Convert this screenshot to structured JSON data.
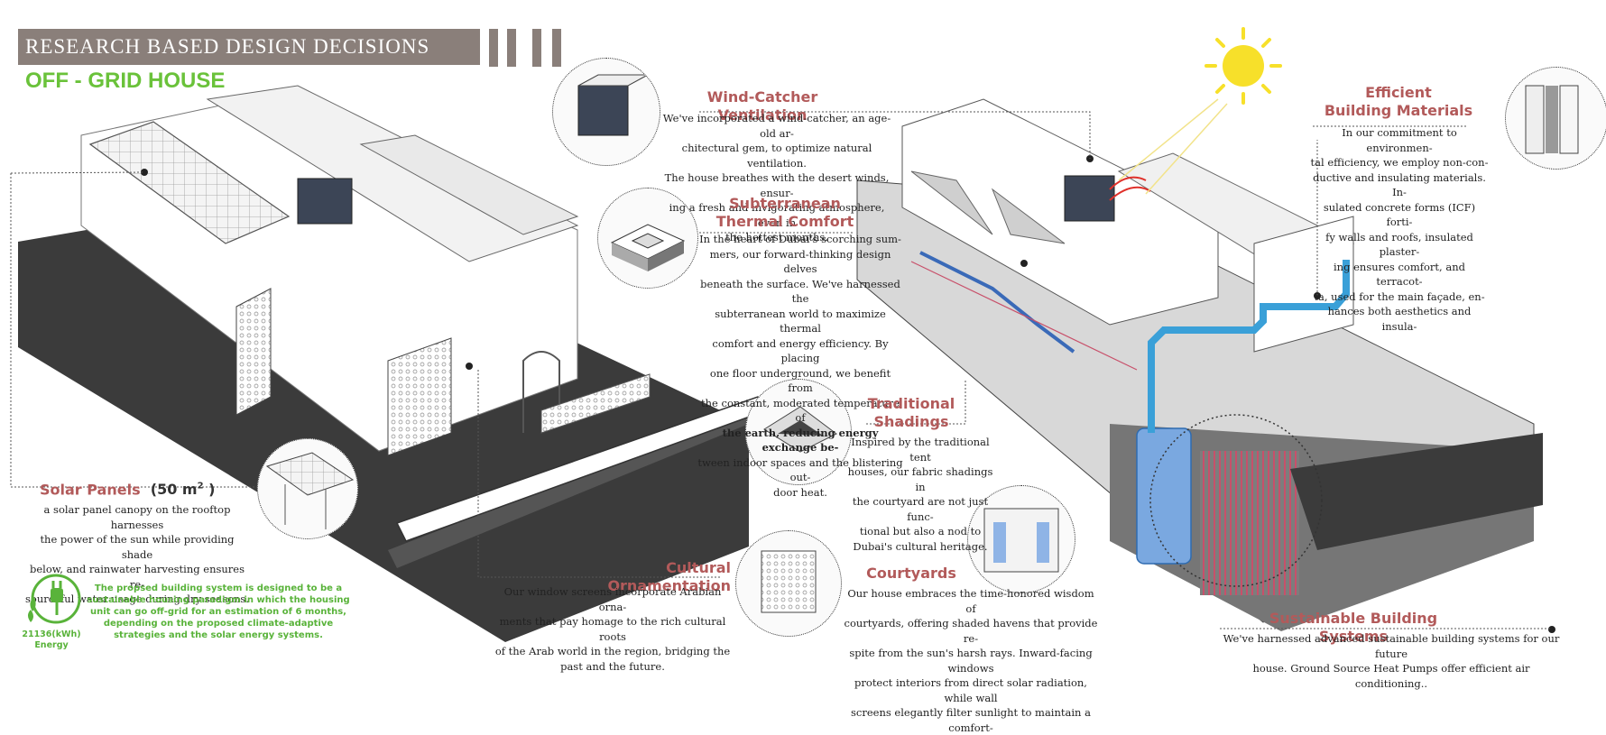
{
  "header": {
    "title": "RESEARCH BASED DESIGN DECISIONS",
    "subtitle": "OFF - GRID HOUSE"
  },
  "colors": {
    "title_bar": "#8a7f7a",
    "subtitle": "#6ac23a",
    "heading": "#b25a5a",
    "note": "#59b33a",
    "sun": "#f7e02a",
    "duct": "#3aa0d8"
  },
  "sections": {
    "wind": {
      "heading": "Wind-Catcher Ventilation",
      "lines": [
        "We've incorporated a wind-catcher, an age-old ar-",
        "chitectural gem, to optimize natural ventilation.",
        "The house breathes with the desert winds, ensur-",
        "ing a fresh and invigorating atmosphere, even in",
        "the hottest months."
      ]
    },
    "subterranean": {
      "heading_1": "Subterranean",
      "heading_2": "Thermal  Comfort",
      "lines": [
        "In the heart of Dubai's scorching sum-",
        "mers, our forward-thinking design delves",
        "beneath the surface. We've harnessed the",
        "subterranean world to maximize thermal",
        "comfort and energy efficiency. By placing",
        "one floor underground, we benefit from",
        "the constant, moderated temperature of",
        "the earth, reducing energy exchange be-",
        "tween indoor spaces and the blistering out-",
        "door heat."
      ]
    },
    "materials": {
      "heading_1": "Efficient",
      "heading_2": "Building Materials",
      "lines": [
        "In our commitment to environmen-",
        "tal efficiency, we employ non-con-",
        "ductive and insulating materials. In-",
        "sulated concrete forms (ICF) forti-",
        "fy walls and roofs, insulated plaster-",
        "ing ensures comfort, and terracot-",
        "ta, used for the main façade, en-",
        "hances both aesthetics and insula-"
      ]
    },
    "solar": {
      "heading": "Solar Panels",
      "area": "(50 m",
      "sup": "2",
      "area_close": " )",
      "lines": [
        "a solar panel canopy on the rooftop harnesses",
        "the power of the sun while providing shade",
        "below, and rainwater harvesting ensures re-",
        "sourceful water usage during dry seasons."
      ]
    },
    "shadings": {
      "heading_1": "Traditional",
      "heading_2": "Shadings",
      "lines": [
        "Inspired by the traditional tent",
        "houses, our fabric shadings in",
        "the courtyard are not just func-",
        "tional but also a nod to",
        "Dubai's cultural heritage."
      ]
    },
    "ornament": {
      "heading": "Cultural Ornamentation",
      "lines": [
        "Our window screens incorporate Arabian orna-",
        "ments that pay homage to the rich cultural roots",
        "of the Arab world in the region, bridging the",
        "past and the future."
      ]
    },
    "courtyards": {
      "heading": "Courtyards",
      "lines": [
        "Our house embraces the time-honored wisdom of",
        "courtyards, offering shaded havens that provide re-",
        "spite from the sun's harsh rays. Inward-facing windows",
        "protect interiors from direct solar radiation, while wall",
        "screens elegantly filter sunlight to maintain a comfort-"
      ]
    },
    "systems": {
      "heading": "Sustainable Building Systems",
      "lines": [
        "We've harnessed advanced sustainable building systems for our future",
        "house. Ground Source Heat Pumps offer efficient air conditioning.."
      ]
    }
  },
  "note": {
    "text": "The propsed building system is designed to be a sustainable housing paradigm in which the housing unit can go off-grid for an estimation of 6 months, depending on the proposed climate-adaptive strategies and the solar energy systems.",
    "energy_value": "21136(kWh)",
    "energy_label": "Energy"
  }
}
